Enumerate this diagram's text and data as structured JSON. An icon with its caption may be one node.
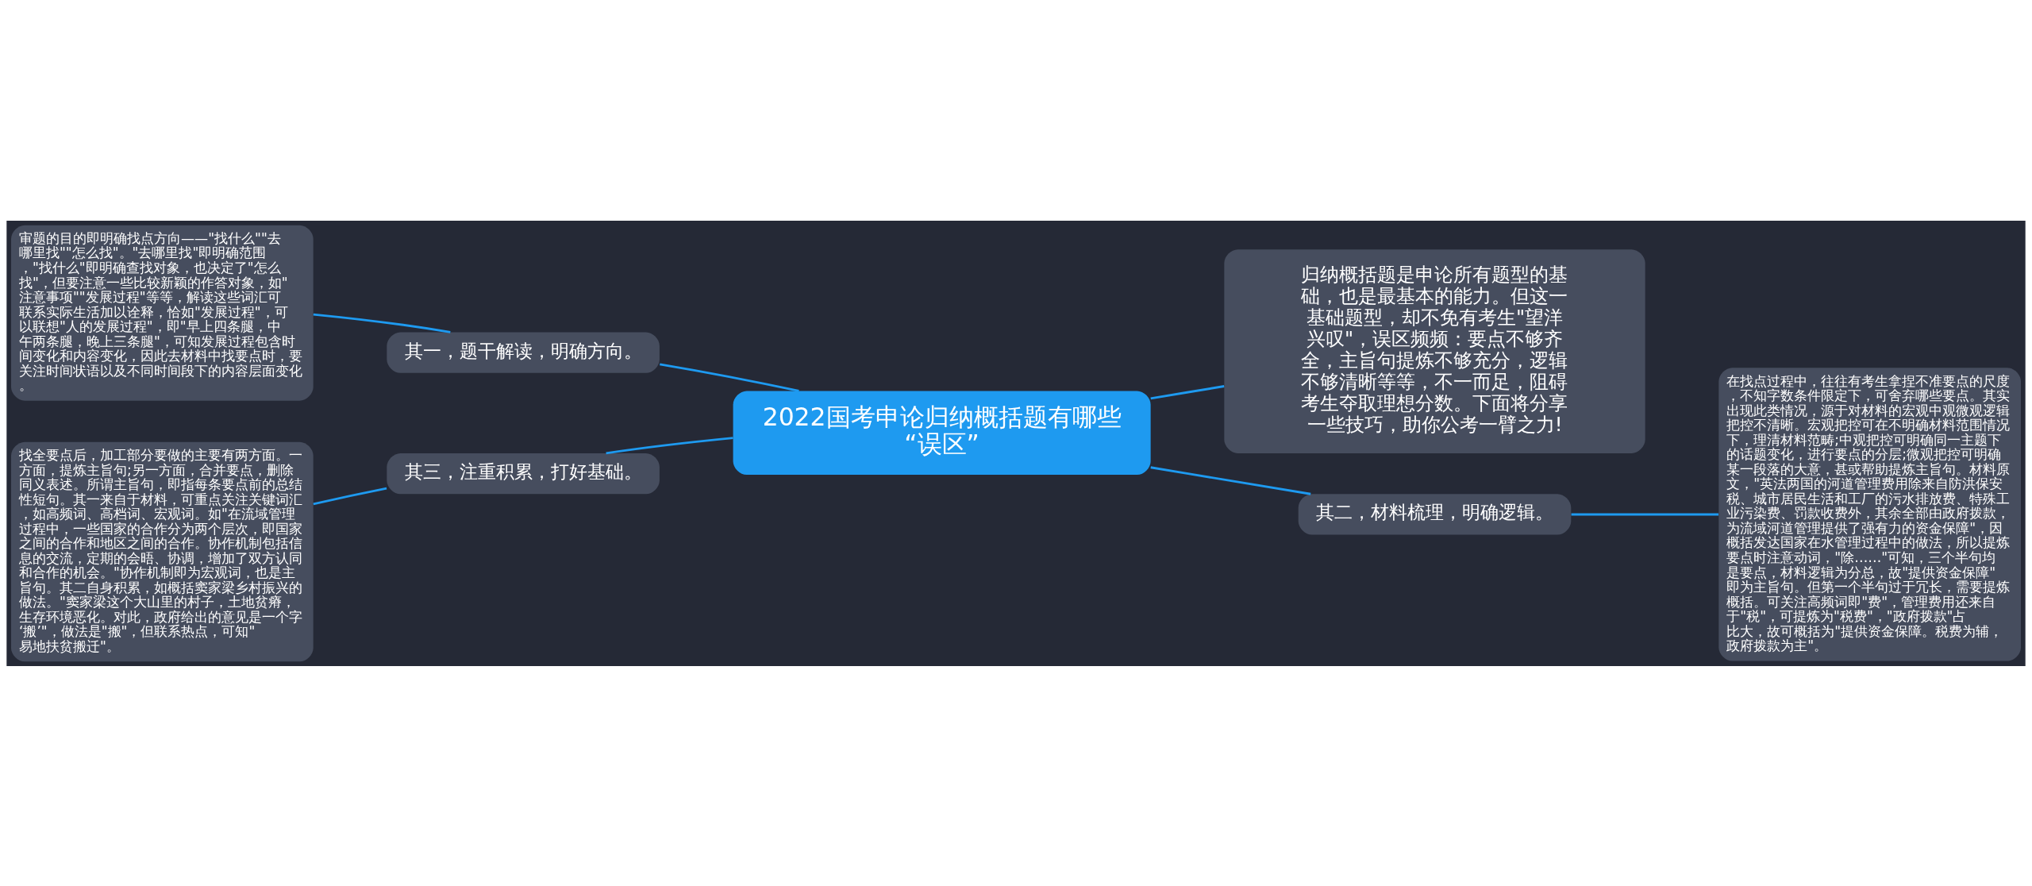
{
  "diagram": {
    "nodes": [
      {
        "text": [
          "2022国考申论归纳概括题有哪些“误区”"
        ]
      },
      {
        "text": [
          "其一，题干解读，明确方向。"
        ]
      },
      {
        "text": [
          "审题的目的即明确找点方向——\"找什么\"\"去哪里找\"\"怎么找\"。\"去哪里找\"即明确范围，\"找什么\"即明确查找对象，也决定了\"怎么找\"，但要注意一些比较新颖的作答对象，如\"注意事项\"\"发展过程\"等等，解读这些词汇可联系实际生活加以诠释，恰如\"发展过程\"，可以联想\"人的发展过程\"，即\"早上四条腿，中午两条腿，晚上三条腿\"，可知发展过程包含时间变化和内容变化，因此去材料中找要点时，要关注时间状语以及不同时间段下的内容层面变化。"
        ]
      },
      {
        "text": [
          "其三，注重积累，打好基础。"
        ]
      },
      {
        "text": [
          "找全要点后，加工部分要做的主要有两方面。一方面，提炼主旨句;另一方面，合并要点，删除同义表述。所谓主旨句，即指每条要点前的总结性短句。其一来自于材料，可重点关注关键词汇，如高频词、高档词、宏观词。如\"在流域管理过程中，一些国家的合作分为两个层次，即国家之间的合作和地区之间的合作。协作机制包括信息的交流，定期的会晤、协调，增加了双方认同和合作的机会。\"协作机制即为宏观词，也是主旨句。其二自身积累，如概括窦家梁乡村振兴的做法。\"窦家梁这个大山里的村子，土地贫瘠，生存环境恶化。对此，政府给出的意见是一个字‘搬’\"，做法是\"搬\"，但联系热点，可知\"易地扶贫搬迁\"。"
        ]
      },
      {
        "text": [
          "归纳概括题是申论所有题型的基础，也是最基本的能力。但这一基础题型，却不免有考生\"望洋兴叹\"，误区频频：要点不够齐全，主旨句提炼不够充分，逻辑不够清晰等等，不一而足，阻碍考生夺取理想分数。下面将分享一些技巧，助你公考一臂之力!"
        ]
      },
      {
        "text": [
          "其二，材料梳理，明确逻辑。"
        ]
      },
      {
        "text": [
          "在找点过程中，往往有考生拿捏不准要点的尺度，不知字数条件限定下，可舍弃哪些要点。其实出现此类情况，源于对材料的宏观中观微观逻辑把控不清晰。宏观把控可在不明确材料范围情况下，理清材料范畴;中观把控可明确同一主题下的话题变化，进行要点的分层;微观把控可明确某一段落的大意，甚或帮助提炼主旨句。材料原文，\"英法两国的河道管理费用除来自防洪保安税、城市居民生活和工厂的污水排放费、特殊工业污染费、罚款收费外，其余全部由政府拨款，为流域河道管理提供了强有力的资金保障\"，因概括发达国家在水管理过程中的做法，所以提炼要点时注意动词，\"除……\"可知，三个半句均是要点，材料逻辑为分总，故\"提供资金保障\"即为主旨句。但第一个半句过于冗长，需要提炼概括。可关注高频词即\"费\"，管理费用还来自于\"税\"，可提炼为\"税费\"，\"政府拨款\"占比大，故可概括为\"提供资金保障。税费为辅，政府拨款为主\"。"
        ]
      }
    ],
    "edges": [
      {
        "from": 0,
        "to": 1,
        "arrow": "none"
      },
      {
        "from": 1,
        "to": 2,
        "arrow": "none"
      },
      {
        "from": 0,
        "to": 3,
        "arrow": "none"
      },
      {
        "from": 3,
        "to": 4,
        "arrow": "none"
      },
      {
        "from": 0,
        "to": 5,
        "arrow": "none"
      },
      {
        "from": 0,
        "to": 6,
        "arrow": "none"
      },
      {
        "from": 6,
        "to": 7,
        "arrow": "none"
      }
    ]
  }
}
